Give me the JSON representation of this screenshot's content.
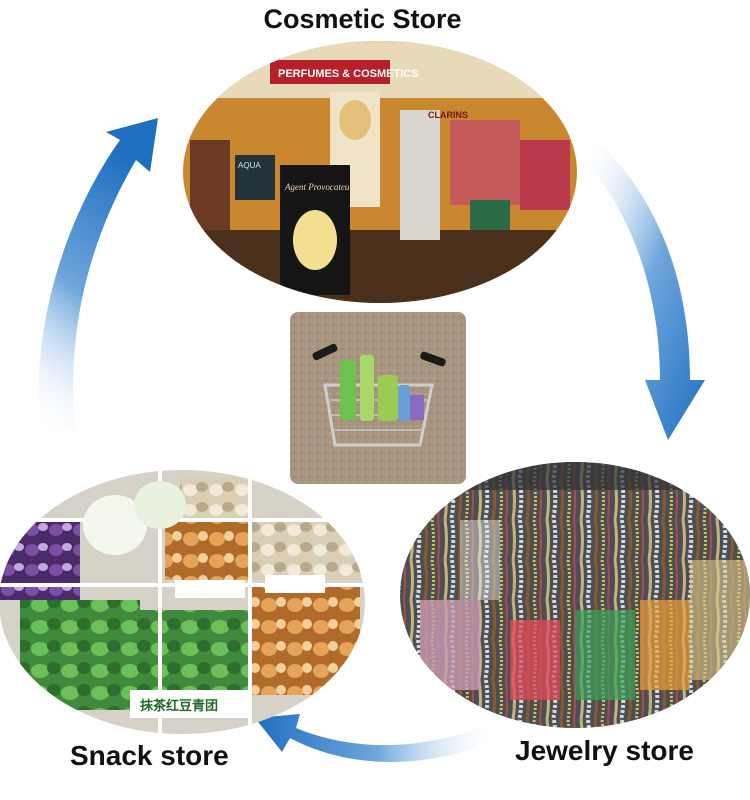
{
  "labels": {
    "cosmetic_store": "Cosmetic Store",
    "jewelry_store": "Jewelry store",
    "snack_store": "Snack store"
  },
  "photo_signage": {
    "cosmetics_banner": "PERFUMES & COSMETICS",
    "clarins_sign": "CLARINS",
    "aqua_sign": "AQUA",
    "perfume_ad": "Agent Provocateur",
    "snack_sign": "抹茶红豆青团"
  },
  "colors": {
    "arrow_blue": "#1f6fc0",
    "background": "#ffffff",
    "label_text": "#111111"
  },
  "icons": {
    "cycle_arrows": "circular-flow-arrows",
    "center_image": "shopping-basket"
  }
}
